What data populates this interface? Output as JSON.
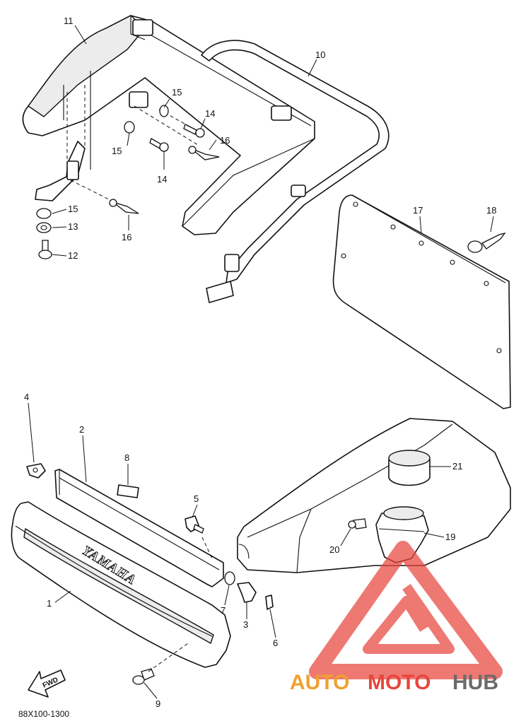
{
  "diagram": {
    "code": "88X100-1300",
    "fwd_label": "FWD",
    "emblem_text": "YAMAHA",
    "callouts": {
      "c1": "1",
      "c2": "2",
      "c3": "3",
      "c4": "4",
      "c5": "5",
      "c6": "6",
      "c7": "7",
      "c8": "8",
      "c9": "9",
      "c10": "10",
      "c11": "11",
      "c12": "12",
      "c13": "13",
      "c14a": "14",
      "c14b": "14",
      "c15a": "15",
      "c15b": "15",
      "c15c": "15",
      "c16a": "16",
      "c16b": "16",
      "c17": "17",
      "c18": "18",
      "c19": "19",
      "c20": "20",
      "c21": "21"
    }
  },
  "watermark": {
    "part1": "AUTO",
    "part2": "MOTO",
    "part3": "HUB",
    "colors": {
      "red": "#e8453c",
      "orange": "#f0a030",
      "gray": "#6b6b6b"
    }
  }
}
